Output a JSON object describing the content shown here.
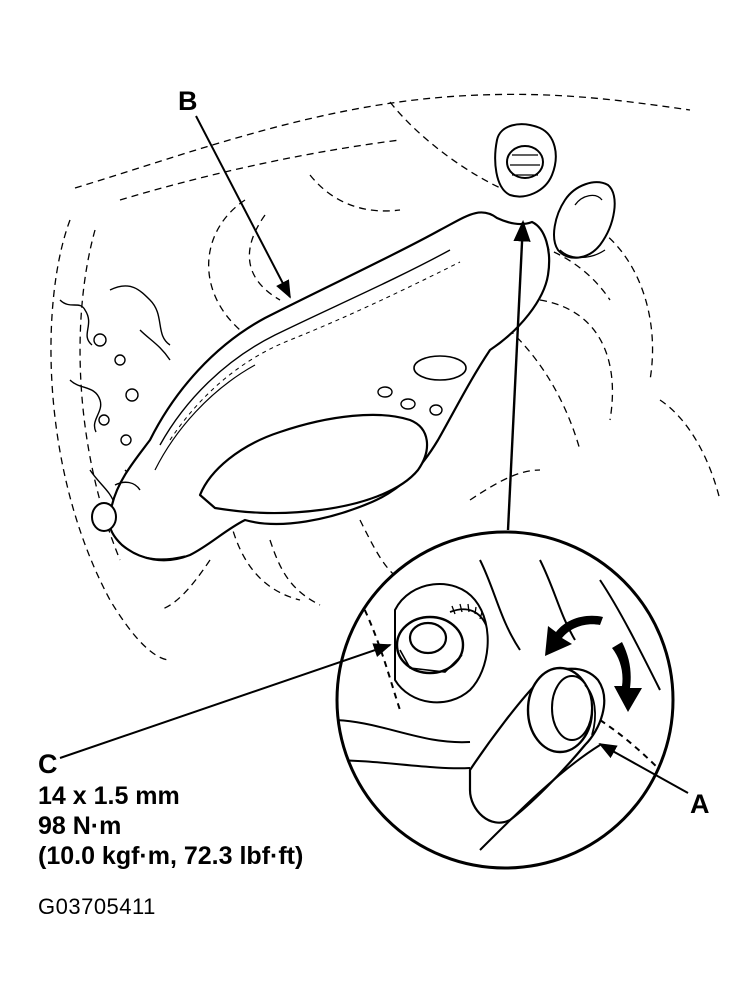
{
  "labels": {
    "a": "A",
    "b": "B",
    "c": "C"
  },
  "spec": {
    "size": "14 x 1.5 mm",
    "torque": "98 N·m",
    "torque_alt": "(10.0 kgf·m, 72.3 lbf·ft)"
  },
  "figure_code": "G03705411",
  "colors": {
    "ink": "#000000",
    "paper": "#ffffff"
  }
}
